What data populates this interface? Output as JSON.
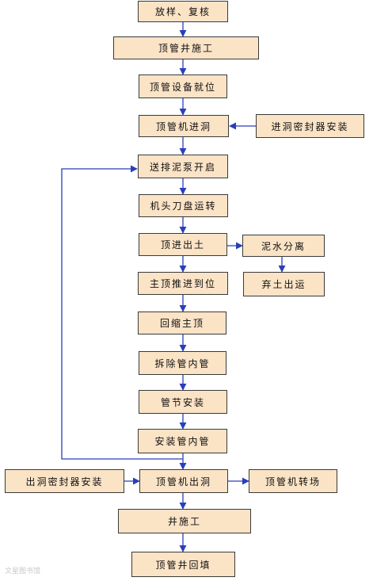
{
  "nodes": {
    "layout_stakeout": "放样、复核",
    "jacking_shaft_construction": "顶管井施工",
    "jacking_equipment_in_place": "顶管设备就位",
    "jacking_machine_enter_tunnel": "顶管机进洞",
    "entry_seal_install": "进洞密封器安装",
    "slurry_pump_start": "送排泥泵开启",
    "cutter_head_run": "机头刀盘运转",
    "jack_and_excavate": "顶进出土",
    "slurry_separation": "泥水分离",
    "spoil_removal": "弃土出运",
    "main_jack_push_in_place": "主顶推进到位",
    "retract_main_jack": "回缩主顶",
    "remove_inner_pipe": "拆除管内管",
    "pipe_section_install": "管节安装",
    "install_inner_pipe": "安装管内管",
    "exit_seal_install": "出洞密封器安装",
    "jacking_machine_exit_tunnel": "顶管机出洞",
    "jacking_machine_transfer": "顶管机转场",
    "shaft_construction": "井施工",
    "jacking_shaft_backfill": "顶管井回填"
  },
  "watermark": "文星图书馆",
  "colors": {
    "box_fill": "#fbe3c6",
    "box_border": "#3a3a3a",
    "arrow": "#2a3fb8"
  }
}
